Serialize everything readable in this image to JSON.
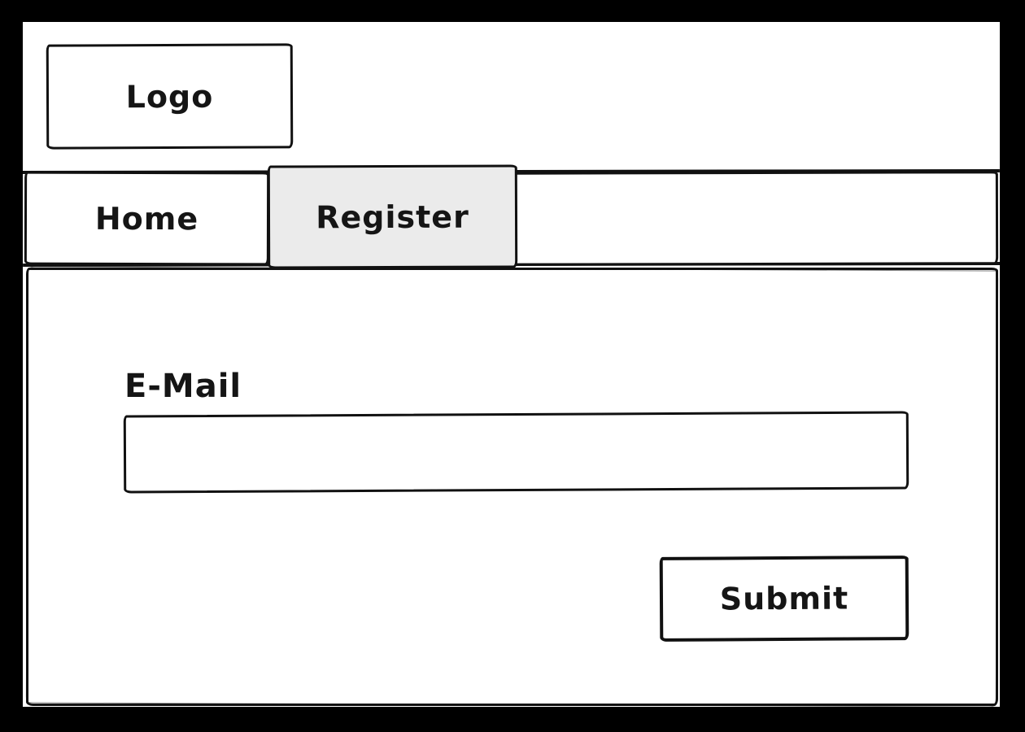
{
  "logo": {
    "label": "Logo"
  },
  "nav": {
    "items": [
      {
        "label": "Home",
        "active": false
      },
      {
        "label": "Register",
        "active": true
      }
    ]
  },
  "form": {
    "email": {
      "label": "E-Mail",
      "value": "",
      "placeholder": ""
    },
    "submit": {
      "label": "Submit"
    }
  },
  "colors": {
    "ink": "#111111",
    "page_background": "#ffffff",
    "frame_background": "#000000",
    "active_tab_background": "#ebebeb"
  }
}
